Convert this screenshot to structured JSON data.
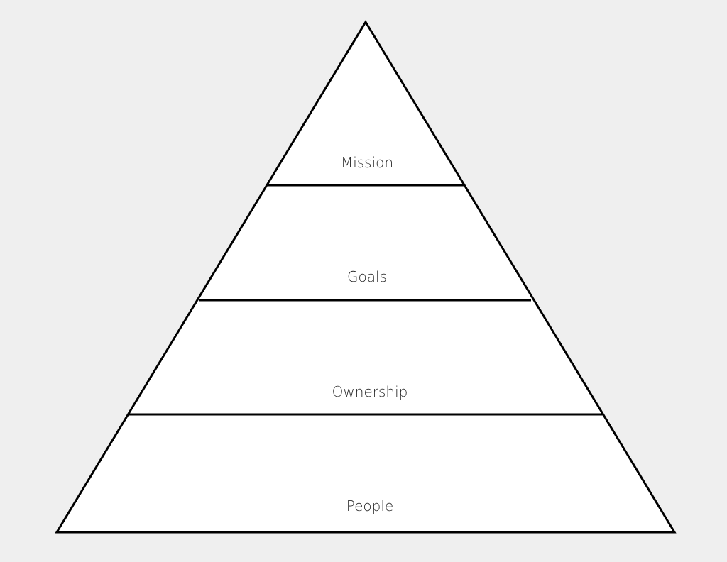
{
  "diagram": {
    "type": "pyramid",
    "levels": [
      {
        "label": "Mission"
      },
      {
        "label": "Goals"
      },
      {
        "label": "Ownership"
      },
      {
        "label": "People"
      }
    ],
    "colors": {
      "background": "#efefef",
      "fill": "#ffffff",
      "stroke": "#000000",
      "text": "#2a2a2a"
    }
  }
}
